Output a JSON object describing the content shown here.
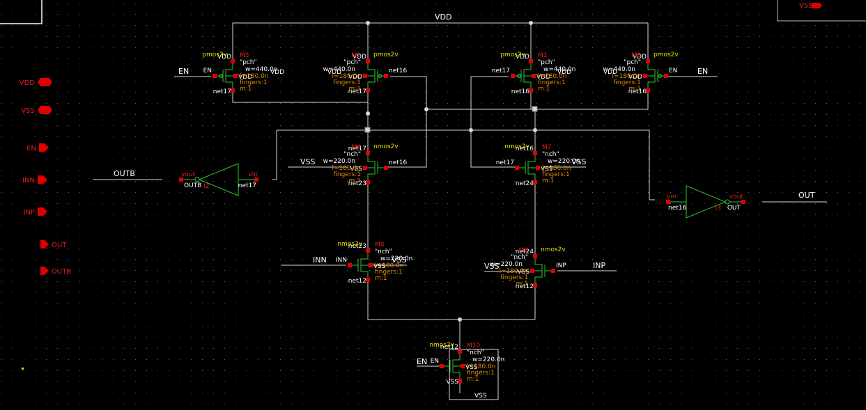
{
  "nets": {
    "vdd": "VDD",
    "en": "EN",
    "inn": "INN",
    "inp": "INP",
    "outb": "OUTB",
    "out": "OUT",
    "vss": "VSS"
  },
  "top_right_pin": "VSS",
  "pins": [
    {
      "name": "VDD",
      "dir": "inout"
    },
    {
      "name": "VSS",
      "dir": "inout"
    },
    {
      "name": "EN",
      "dir": "input"
    },
    {
      "name": "INN",
      "dir": "input"
    },
    {
      "name": "INP",
      "dir": "input"
    },
    {
      "name": "OUT",
      "dir": "output"
    },
    {
      "name": "OUTB",
      "dir": "output"
    }
  ],
  "transistors": [
    {
      "id": "M3",
      "cell": "pmos2v",
      "model": "\"pch\"",
      "w": "w=440.0n",
      "l": "l=180.0n",
      "fingers": "fingers:1",
      "m": "m:1",
      "pins": {
        "top": "VDD",
        "gate": "EN",
        "bulk": "VDD",
        "bottom": "net17"
      },
      "bulk_net": "VDD"
    },
    {
      "id": "M2",
      "cell": "pmos2v",
      "model": "\"pch\"",
      "w": "w=440.0n",
      "l": "l=180.0n",
      "fingers": "fingers:1",
      "m": "m:1",
      "pins": {
        "top": "VDD",
        "gate": "net16",
        "bulk": "VDD",
        "bottom": "net17"
      },
      "bulk_net": "VDD"
    },
    {
      "id": "M1",
      "cell": "pmos2v",
      "model": "\"pch\"",
      "w": "w=440.0n",
      "l": "l=180.0n",
      "fingers": "fingers:1",
      "m": "m:1",
      "pins": {
        "top": "VDD",
        "gate": "net17",
        "bulk": "VDD",
        "bottom": "net16"
      },
      "bulk_net": "VDD"
    },
    {
      "id": "M0",
      "cell": "pmos2v",
      "model": "\"pch\"",
      "w": "w=440.0n",
      "l": "l=180.0n",
      "fingers": "fingers:1",
      "m": "m:1",
      "pins": {
        "top": "VDD",
        "gate": "EN",
        "bulk": "VDD",
        "bottom": "net16"
      },
      "bulk_net": "VDD"
    },
    {
      "id": "M6",
      "cell": "nmos2v",
      "model": "\"nch\"",
      "w": "w=220.0n",
      "l": "l=180.0n",
      "fingers": "fingers:1",
      "m": "m:1",
      "pins": {
        "top": "net17",
        "gate": "net16",
        "bulk": "VSS",
        "bottom": "net23"
      },
      "bulk_net": "VSS"
    },
    {
      "id": "M7",
      "cell": "nmos2v",
      "model": "\"nch\"",
      "w": "w=220.0n",
      "l": "l=180.0n",
      "fingers": "fingers:1",
      "m": "m:1",
      "pins": {
        "top": "net16",
        "gate": "net17",
        "bulk": "VSS",
        "bottom": "net24"
      },
      "bulk_net": "VSS"
    },
    {
      "id": "M8",
      "cell": "nmos2v",
      "model": "\"nch\"",
      "w": "w=220.0n",
      "l": "l=180.0n",
      "fingers": "fingers:1",
      "m": "m:1",
      "pins": {
        "top": "net23",
        "gate": "INN",
        "bulk": "VSS",
        "bottom": "net12"
      },
      "bulk_net": "VSS"
    },
    {
      "id": "M9",
      "cell": "nmos2v",
      "model": "\"nch\"",
      "w": "w=220.0n",
      "l": "l=180.0n",
      "fingers": "fingers:1",
      "m": "m:1",
      "pins": {
        "top": "net24",
        "gate": "INP",
        "bulk": "VSS",
        "bottom": "net12"
      },
      "bulk_net": "VSS"
    },
    {
      "id": "M10",
      "cell": "nmos2v",
      "model": "\"nch\"",
      "w": "w=220.0n",
      "l": "l=180.0n",
      "fingers": "fingers:1",
      "m": "m:1",
      "pins": {
        "top": "net12",
        "gate": "EN",
        "bulk": "VSS",
        "bottom": "VSS"
      },
      "bulk_net": "VSS"
    }
  ],
  "inverters": [
    {
      "id": "I2",
      "in_pin": "vin",
      "out_pin": "vout",
      "in_net": "net17",
      "out_net": "OUTB"
    },
    {
      "id": "I3",
      "in_pin": "vin",
      "out_pin": "vout",
      "in_net": "net16",
      "out_net": "OUT"
    }
  ]
}
